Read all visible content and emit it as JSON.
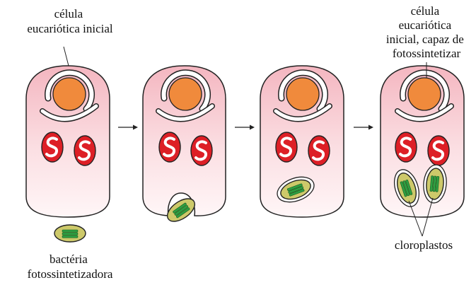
{
  "labels": {
    "early_cell": [
      "célula",
      "eucariótica inicial"
    ],
    "bacterium": [
      "bactéria",
      "fotossintetizadora"
    ],
    "final_cell": [
      "célula",
      "eucariótica",
      "inicial, capaz de",
      "fotossintetizar"
    ],
    "chloroplasts": "cloroplastos"
  },
  "stages": [
    {
      "name": "stage-1-initial-cell",
      "bacterium": "outside"
    },
    {
      "name": "stage-2-engulfing",
      "bacterium": "entering"
    },
    {
      "name": "stage-3-vesicle",
      "bacterium": "internalized"
    },
    {
      "name": "stage-4-photosynthetic-cell",
      "bacterium": "two-chloroplasts"
    }
  ],
  "colors": {
    "cytoplasm_top": "#f4b6c0",
    "cytoplasm_bottom": "#fff3f4",
    "nucleus": "#f08a3c",
    "mitochondrion": "#dd1f26",
    "chloroplast_body": "#cdc96a",
    "thylakoid": "#2fa043",
    "outline": "#222222"
  },
  "arrow_glyph": "→"
}
